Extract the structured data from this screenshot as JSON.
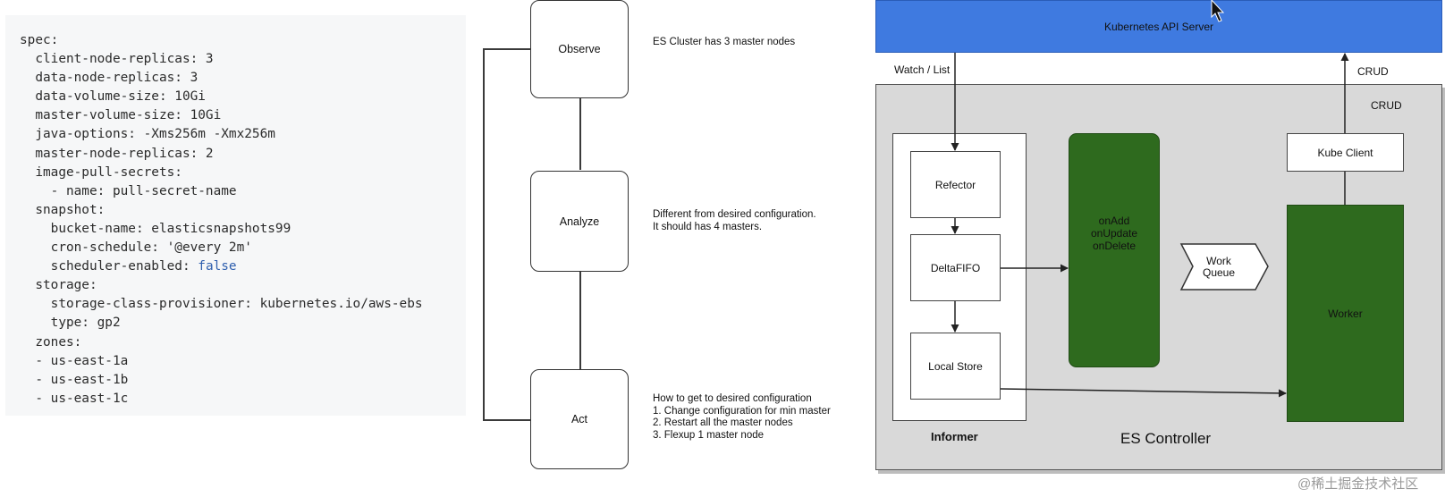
{
  "code": {
    "lines": [
      "spec:",
      "  client-node-replicas: 3",
      "  data-node-replicas: 3",
      "  data-volume-size: 10Gi",
      "  master-volume-size: 10Gi",
      "  java-options: -Xms256m -Xmx256m",
      "  master-node-replicas: 2",
      "  image-pull-secrets:",
      "    - name: pull-secret-name",
      "  snapshot:",
      "    bucket-name: elasticsnapshots99",
      "    cron-schedule: '@every 2m'",
      "    scheduler-enabled: ",
      "  storage:",
      "    storage-class-provisioner: kubernetes.io/aws-ebs",
      "    type: gp2",
      "  zones:",
      "  - us-east-1a",
      "  - us-east-1b",
      "  - us-east-1c"
    ],
    "scheduler_enabled_value": "false"
  },
  "loop": {
    "observe": "Observe",
    "analyze": "Analyze",
    "act": "Act",
    "observe_note": "ES Cluster has 3 master nodes",
    "analyze_note": "Different from desired configuration.\nIt should has 4 masters.",
    "act_note": "How to get to desired configuration\n1. Change configuration for min master\n2. Restart all the master nodes\n3. Flexup 1 master node"
  },
  "controller": {
    "api_server": "Kubernetes API Server",
    "watch_list": "Watch / List",
    "crud_outer": "CRUD",
    "crud_inner": "CRUD",
    "refector": "Refector",
    "delta_fifo": "DeltaFIFO",
    "local_store": "Local Store",
    "handlers": "onAdd\nonUpdate\nonDelete",
    "work_queue": "Work\nQueue",
    "kube_client": "Kube Client",
    "worker": "Worker",
    "informer": "Informer",
    "es_controller": "ES Controller"
  },
  "watermark": "@稀土掘金技术社区",
  "colors": {
    "api_blue": "#3f7ae0",
    "worker_green": "#2e6a1e",
    "frame_gray": "#d9d9d9",
    "code_bg": "#f6f7f8"
  }
}
